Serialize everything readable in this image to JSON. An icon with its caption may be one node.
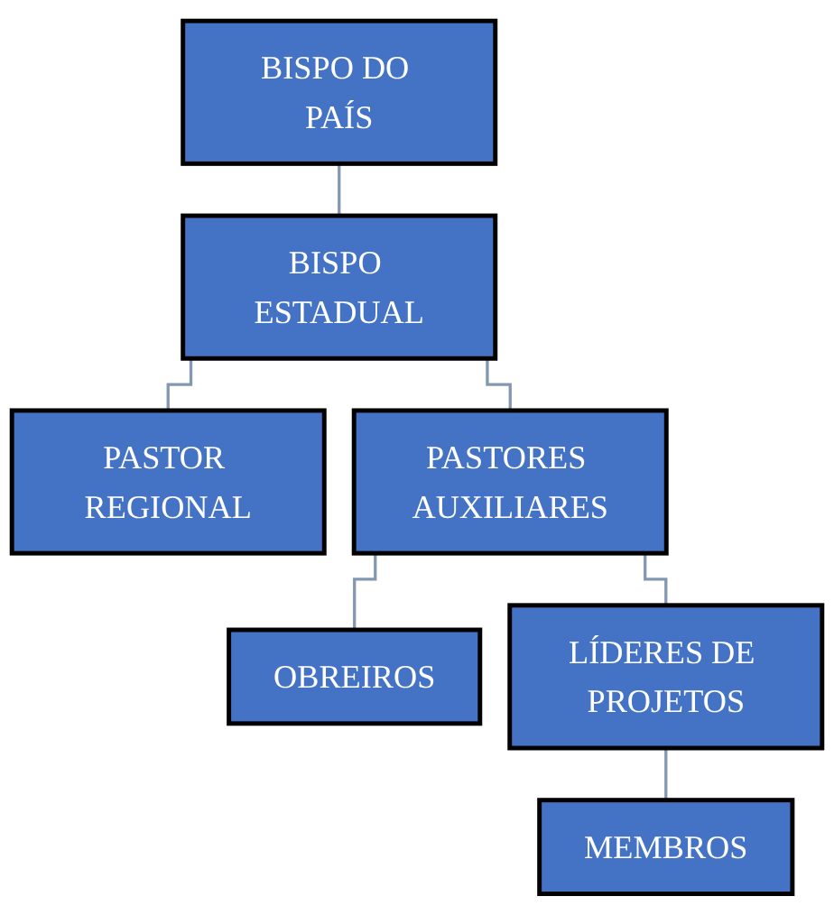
{
  "diagram": {
    "nodes": [
      {
        "text": [
          "BISPO DO PAÍS"
        ]
      },
      {
        "text": [
          "BISPO ESTADUAL"
        ]
      },
      {
        "text": [
          "PASTOR REGIONAL"
        ]
      },
      {
        "text": [
          "PASTORES AUXILIARES"
        ]
      },
      {
        "text": [
          "OBREIROS"
        ]
      },
      {
        "text": [
          "LÍDERES DE PROJETOS"
        ]
      },
      {
        "text": [
          "MEMBROS"
        ]
      }
    ],
    "edges": [
      {
        "from": 0,
        "to": 1,
        "arrow": "none"
      },
      {
        "from": 1,
        "to": 2,
        "arrow": "none"
      },
      {
        "from": 1,
        "to": 3,
        "arrow": "none"
      },
      {
        "from": 3,
        "to": 4,
        "arrow": "none"
      },
      {
        "from": 3,
        "to": 5,
        "arrow": "none"
      },
      {
        "from": 5,
        "to": 6,
        "arrow": "none"
      }
    ]
  }
}
